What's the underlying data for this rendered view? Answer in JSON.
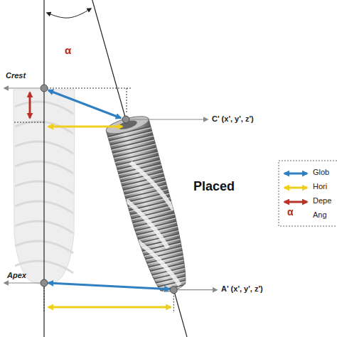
{
  "diagram": {
    "labels": [
      "α",
      "Crest",
      "C' (x', y', z')",
      "Placed",
      "Apex",
      "A' (x', y', z')",
      "α"
    ],
    "legend": [
      {
        "text": "Glob"
      },
      {
        "text": "Hori"
      },
      {
        "text": "Depe"
      },
      {
        "text": "Ang"
      }
    ]
  }
}
